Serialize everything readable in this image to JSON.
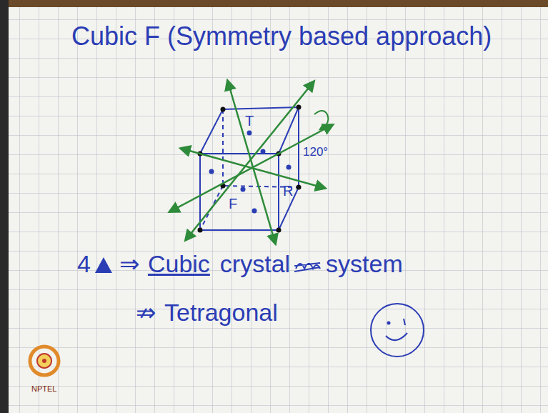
{
  "diagram": {
    "title": "Cubic F (Symmetry based approach)",
    "labels": [
      "T",
      "R",
      "F",
      "120°",
      "4",
      "⇒",
      "Cubic",
      "crystal",
      "system",
      "⇏",
      "Tetragonal",
      "NPTEL"
    ]
  }
}
